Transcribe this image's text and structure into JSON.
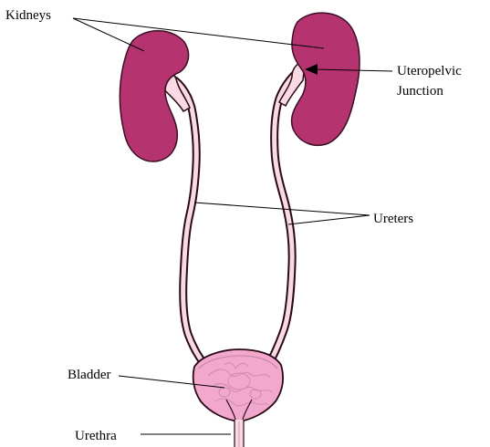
{
  "labels": {
    "kidneys": "Kidneys",
    "uteropelvic_junction_line1": "Uteropelvic",
    "uteropelvic_junction_line2": "Junction",
    "ureters": "Ureters",
    "bladder": "Bladder",
    "urethra": "Urethra"
  },
  "colors": {
    "kidney": "#b5336f",
    "kidney_outline": "#3a0f24",
    "ureter": "#f8d9e4",
    "ureter_outline": "#2a0a14",
    "bladder": "#f2a8cc",
    "bladder_detail": "#c98aa8",
    "label_text": "#000000"
  }
}
